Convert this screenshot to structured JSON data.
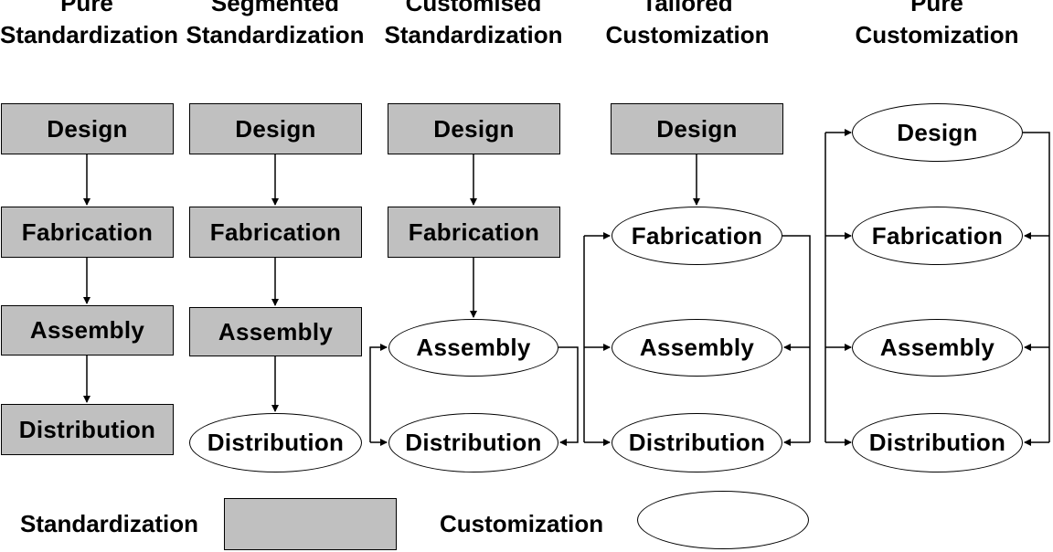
{
  "columns": [
    {
      "header_line1": "Pure",
      "header_line2": "Standardization",
      "design": "Design",
      "fabrication": "Fabrication",
      "assembly": "Assembly",
      "distribution": "Distribution"
    },
    {
      "header_line1": "Segmented",
      "header_line2": "Standardization",
      "design": "Design",
      "fabrication": "Fabrication",
      "assembly": "Assembly",
      "distribution": "Distribution"
    },
    {
      "header_line1": "Customised",
      "header_line2": "Standardization",
      "design": "Design",
      "fabrication": "Fabrication",
      "assembly": "Assembly",
      "distribution": "Distribution"
    },
    {
      "header_line1": "Tailored",
      "header_line2": "Customization",
      "design": "Design",
      "fabrication": "Fabrication",
      "assembly": "Assembly",
      "distribution": "Distribution"
    },
    {
      "header_line1": "Pure",
      "header_line2": "Customization",
      "design": "Design",
      "fabrication": "Fabrication",
      "assembly": "Assembly",
      "distribution": "Distribution"
    }
  ],
  "legend": {
    "standardization_label": "Standardization",
    "customization_label": "Customization"
  },
  "colors": {
    "standardized_fill": "#c0c0c0",
    "customized_fill": "#ffffff",
    "stroke": "#000000"
  }
}
